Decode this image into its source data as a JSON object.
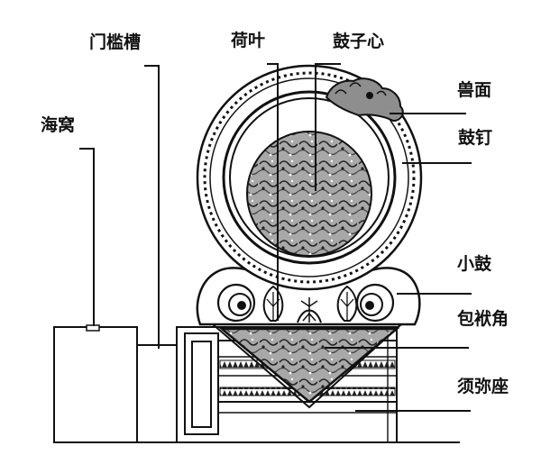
{
  "labels": {
    "haiwo": "海窝",
    "menkancao": "门槛槽",
    "heye": "荷叶",
    "guzixin": "鼓子心",
    "shoumian": "兽面",
    "guding": "鼓钉",
    "xiaogu": "小鼓",
    "baofujiao": "包袱角",
    "xumizuo": "须弥座"
  },
  "colors": {
    "line": "#111111",
    "stone": "#9a9a9a"
  }
}
